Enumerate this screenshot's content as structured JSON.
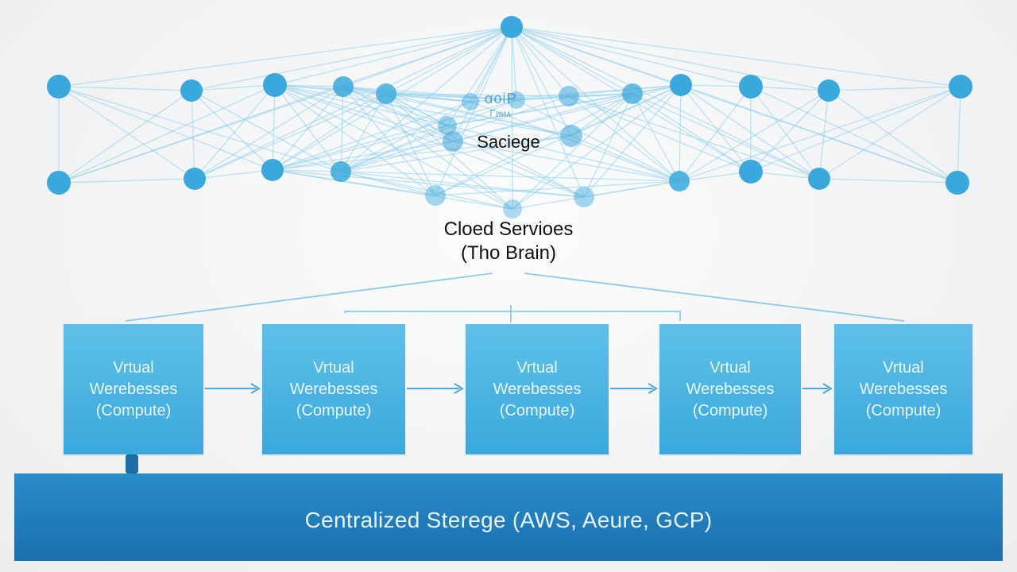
{
  "diagram": {
    "cloud_mark_text": "ꭤoiP",
    "cloud_mark_sub": "Ꮁᴎᴎᴀ",
    "network_label": "Saciege",
    "brain_title": "Cloed Servioes",
    "brain_sub": "(Tho Brain)",
    "warehouses": [
      {
        "line1": "Vrtual",
        "line2": "Werebesses",
        "line3": "(Compute)"
      },
      {
        "line1": "Vrtual",
        "line2": "Werebesses",
        "line3": "(Compute)"
      },
      {
        "line1": "Vrtual",
        "line2": "Werebesses",
        "line3": "(Compute)"
      },
      {
        "line1": "Vrtual",
        "line2": "Werebesses",
        "line3": "(Compute)"
      },
      {
        "line1": "Vrtual",
        "line2": "Werebesses",
        "line3": "(Compute)"
      }
    ],
    "storage_label": "Centralized Sterege (AWS, Aeure, GCP)",
    "colors": {
      "node": "#3aa8dc",
      "edge": "#8ecdeb",
      "box": "#4fb5e4",
      "storage": "#1f78b8"
    }
  }
}
